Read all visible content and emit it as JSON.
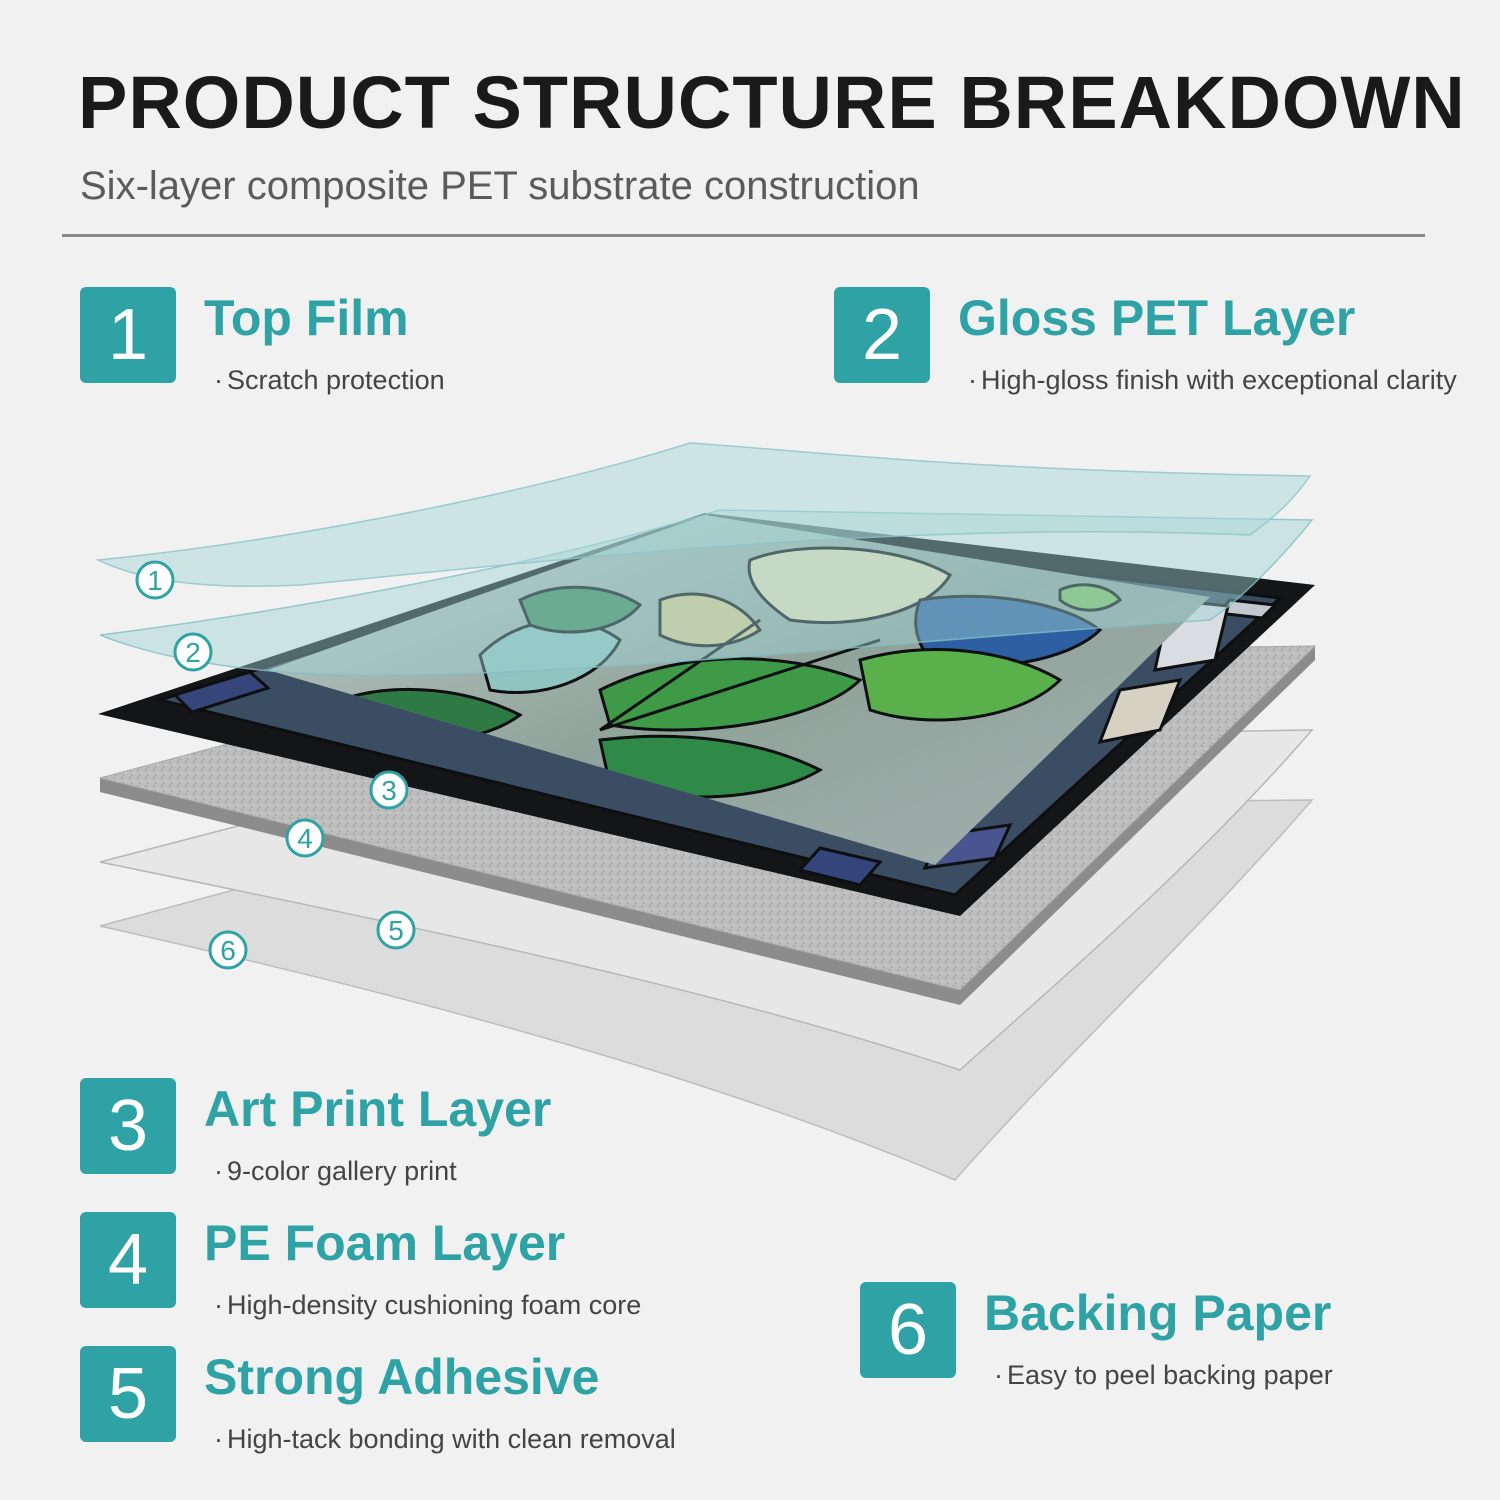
{
  "header": {
    "title": "PRODUCT STRUCTURE BREAKDOWN",
    "subtitle": "Six-layer composite PET substrate construction"
  },
  "layers": [
    {
      "number": "1",
      "name": "Top Film",
      "description": "Scratch protection"
    },
    {
      "number": "2",
      "name": "Gloss PET Layer",
      "description": "High-gloss finish with exceptional clarity"
    },
    {
      "number": "3",
      "name": "Art Print Layer",
      "description": "9-color gallery print"
    },
    {
      "number": "4",
      "name": "PE Foam Layer",
      "description": "High-density cushioning foam core"
    },
    {
      "number": "5",
      "name": "Strong Adhesive",
      "description": "High-tack bonding with clean removal"
    },
    {
      "number": "6",
      "name": "Backing Paper",
      "description": "Easy to peel backing paper"
    }
  ],
  "markers": [
    "1",
    "2",
    "3",
    "4",
    "5",
    "6"
  ],
  "colors": {
    "accent": "#2fa2a5",
    "background": "#f1f1f1",
    "title": "#1a1a1a"
  }
}
